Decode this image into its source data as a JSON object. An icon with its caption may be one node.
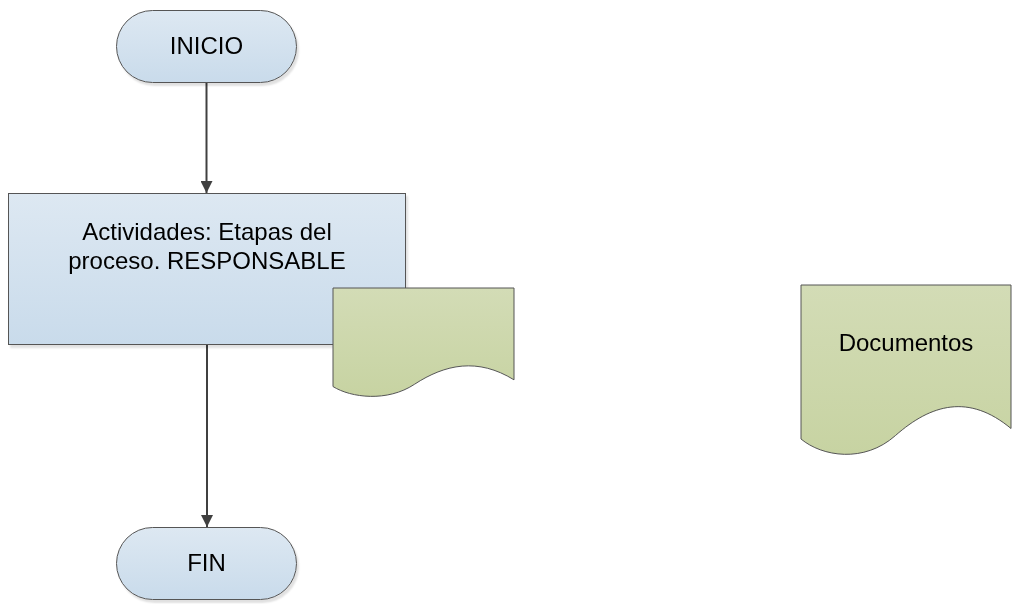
{
  "diagram": {
    "nodes": [
      {
        "text": [
          "INICIO"
        ]
      },
      {
        "text": [
          "Actividades: Etapas del proceso. RESPONSABLE"
        ]
      },
      {
        "text": [],
        "shape": "document"
      },
      {
        "text": [
          "FIN"
        ]
      },
      {
        "text": [
          "Documentos"
        ]
      }
    ],
    "edges": [
      {
        "from": 0,
        "to": 1,
        "arrow": "to"
      },
      {
        "from": 1,
        "to": 3,
        "arrow": "to"
      }
    ]
  }
}
